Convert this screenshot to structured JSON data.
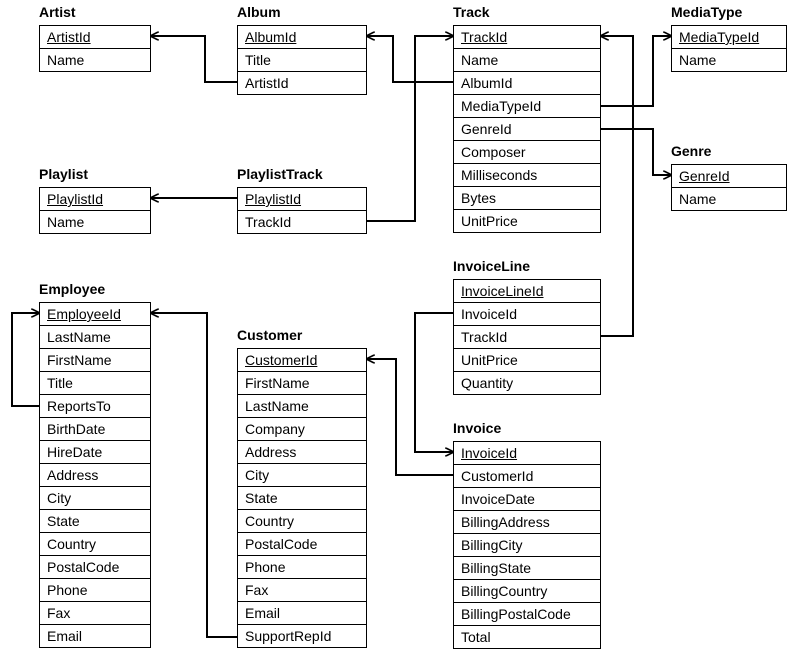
{
  "tables": {
    "artist": {
      "name": "Artist",
      "fields": [
        "ArtistId",
        "Name"
      ]
    },
    "album": {
      "name": "Album",
      "fields": [
        "AlbumId",
        "Title",
        "ArtistId"
      ]
    },
    "track": {
      "name": "Track",
      "fields": [
        "TrackId",
        "Name",
        "AlbumId",
        "MediaTypeId",
        "GenreId",
        "Composer",
        "Milliseconds",
        "Bytes",
        "UnitPrice"
      ]
    },
    "mediatype": {
      "name": "MediaType",
      "fields": [
        "MediaTypeId",
        "Name"
      ]
    },
    "genre": {
      "name": "Genre",
      "fields": [
        "GenreId",
        "Name"
      ]
    },
    "playlist": {
      "name": "Playlist",
      "fields": [
        "PlaylistId",
        "Name"
      ]
    },
    "playlisttrack": {
      "name": "PlaylistTrack",
      "fields": [
        "PlaylistId",
        "TrackId"
      ]
    },
    "invoiceline": {
      "name": "InvoiceLine",
      "fields": [
        "InvoiceLineId",
        "InvoiceId",
        "TrackId",
        "UnitPrice",
        "Quantity"
      ]
    },
    "employee": {
      "name": "Employee",
      "fields": [
        "EmployeeId",
        "LastName",
        "FirstName",
        "Title",
        "ReportsTo",
        "BirthDate",
        "HireDate",
        "Address",
        "City",
        "State",
        "Country",
        "PostalCode",
        "Phone",
        "Fax",
        "Email"
      ]
    },
    "customer": {
      "name": "Customer",
      "fields": [
        "CustomerId",
        "FirstName",
        "LastName",
        "Company",
        "Address",
        "City",
        "State",
        "Country",
        "PostalCode",
        "Phone",
        "Fax",
        "Email",
        "SupportRepId"
      ]
    },
    "invoice": {
      "name": "Invoice",
      "fields": [
        "InvoiceId",
        "CustomerId",
        "InvoiceDate",
        "BillingAddress",
        "BillingCity",
        "BillingState",
        "BillingCountry",
        "BillingPostalCode",
        "Total"
      ]
    }
  },
  "relationships": [
    {
      "from": "album.ArtistId",
      "to": "artist.ArtistId"
    },
    {
      "from": "track.AlbumId",
      "to": "album.AlbumId"
    },
    {
      "from": "track.MediaTypeId",
      "to": "mediatype.MediaTypeId"
    },
    {
      "from": "track.GenreId",
      "to": "genre.GenreId"
    },
    {
      "from": "playlisttrack.PlaylistId",
      "to": "playlist.PlaylistId"
    },
    {
      "from": "playlisttrack.TrackId",
      "to": "track.TrackId"
    },
    {
      "from": "invoiceline.TrackId",
      "to": "track.TrackId"
    },
    {
      "from": "invoiceline.InvoiceId",
      "to": "invoice.InvoiceId"
    },
    {
      "from": "invoice.CustomerId",
      "to": "customer.CustomerId"
    },
    {
      "from": "customer.SupportRepId",
      "to": "employee.EmployeeId"
    },
    {
      "from": "employee.ReportsTo",
      "to": "employee.EmployeeId"
    }
  ]
}
